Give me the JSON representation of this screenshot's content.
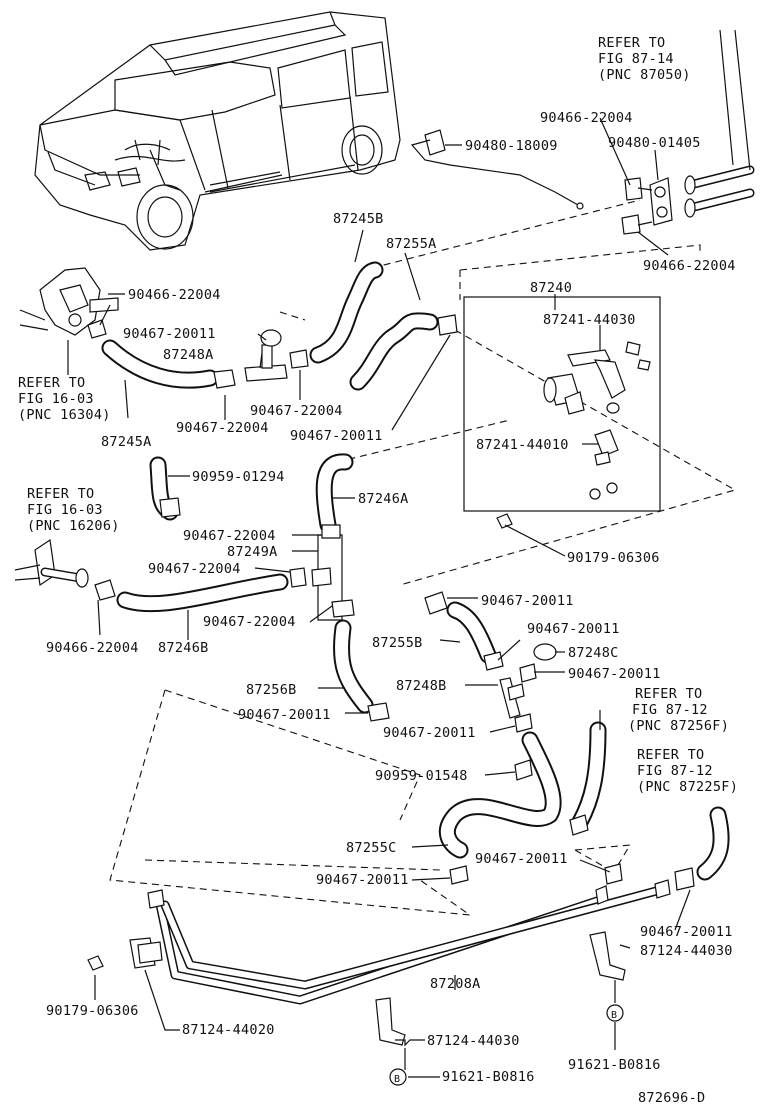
{
  "labels": {
    "refer_87_14_a": "REFER TO",
    "refer_87_14_b": "FIG 87-14",
    "refer_87_14_c": "(PNC 87050)",
    "p90466_22004_a": "90466-22004",
    "p90480_01405": "90480-01405",
    "p90480_18009": "90480-18009",
    "p90466_22004_b": "90466-22004",
    "p87245B": "87245B",
    "p87255A": "87255A",
    "p90466_22004_c": "90466-22004",
    "p87240": "87240",
    "p87241_44030": "87241-44030",
    "p90467_20011_a": "90467-20011",
    "p87248A": "87248A",
    "refer_16_03_a1": "REFER TO",
    "refer_16_03_a2": "FIG 16-03",
    "refer_16_03_a3": "(PNC 16304)",
    "p90467_22004_a": "90467-22004",
    "p90467_22004_b": "90467-22004",
    "p87245A": "87245A",
    "p90467_20011_b": "90467-20011",
    "p87241_44010": "87241-44010",
    "p90959_01294": "90959-01294",
    "p87246A": "87246A",
    "refer_16_03_b1": "REFER TO",
    "refer_16_03_b2": "FIG 16-03",
    "refer_16_03_b3": "(PNC 16206)",
    "p90467_22004_c": "90467-22004",
    "p87249A": "87249A",
    "p90467_22004_d": "90467-22004",
    "p90179_06306_a": "90179-06306",
    "p90467_20011_c": "90467-20011",
    "p90467_22004_e": "90467-22004",
    "p90466_22004_d": "90466-22004",
    "p87246B": "87246B",
    "p87255B": "87255B",
    "p90467_20011_d": "90467-20011",
    "p87248C": "87248C",
    "p90467_20011_e": "90467-20011",
    "p87256B": "87256B",
    "p87248B": "87248B",
    "refer_87_12_a1": "REFER TO",
    "refer_87_12_a2": "FIG 87-12",
    "refer_87_12_a3": "(PNC 87256F)",
    "p90467_20011_f": "90467-20011",
    "p90467_20011_g": "90467-20011",
    "refer_87_12_b1": "REFER TO",
    "refer_87_12_b2": "FIG 87-12",
    "refer_87_12_b3": "(PNC 87225F)",
    "p90959_01548": "90959-01548",
    "p87255C": "87255C",
    "p90467_20011_h": "90467-20011",
    "p90467_20011_i": "90467-20011",
    "p90467_20011_j": "90467-20011",
    "p87124_44030_a": "87124-44030",
    "p87208A": "87208A",
    "p90179_06306_b": "90179-06306",
    "p87124_44020": "87124-44020",
    "p87124_44030_b": "87124-44030",
    "p91621_B0816_a": "91621-B0816",
    "p91621_B0816_b": "91621-B0816",
    "circle_b1": "B",
    "circle_b2": "B",
    "fig_code": "872696-D"
  }
}
